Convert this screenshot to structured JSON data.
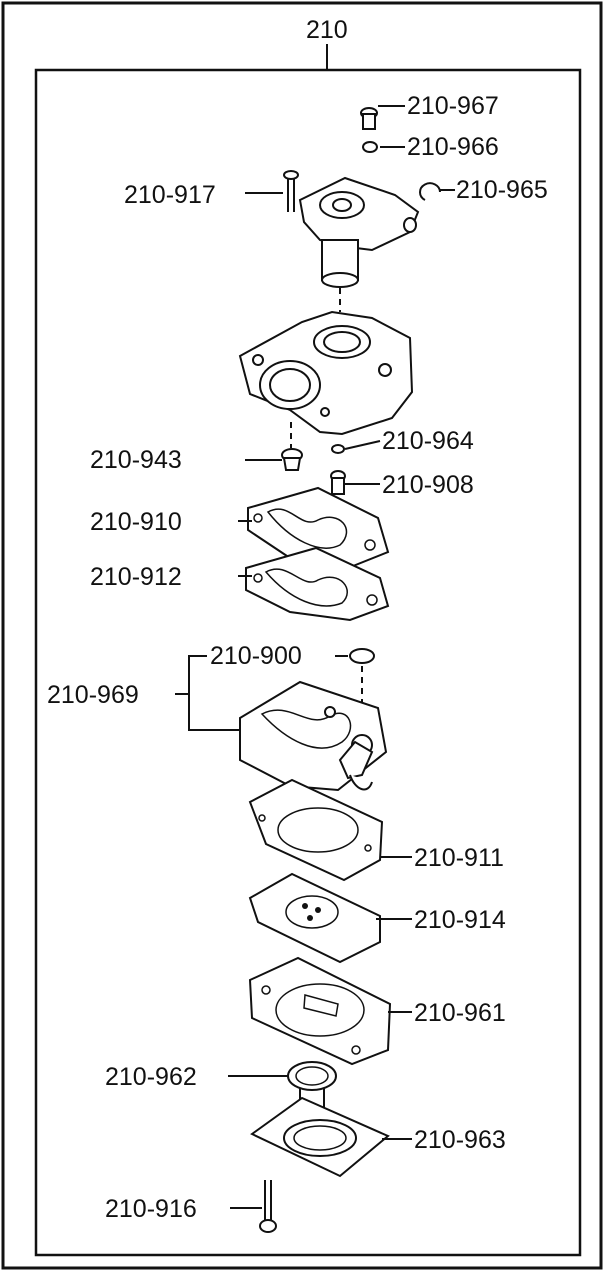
{
  "assembly": {
    "label": "210"
  },
  "parts": {
    "p967": "210-967",
    "p966": "210-966",
    "p965": "210-965",
    "p917": "210-917",
    "p943": "210-943",
    "p964": "210-964",
    "p908": "210-908",
    "p910": "210-910",
    "p912": "210-912",
    "p900": "210-900",
    "p969": "210-969",
    "p911": "210-911",
    "p914": "210-914",
    "p961": "210-961",
    "p962": "210-962",
    "p963": "210-963",
    "p916": "210-916"
  }
}
